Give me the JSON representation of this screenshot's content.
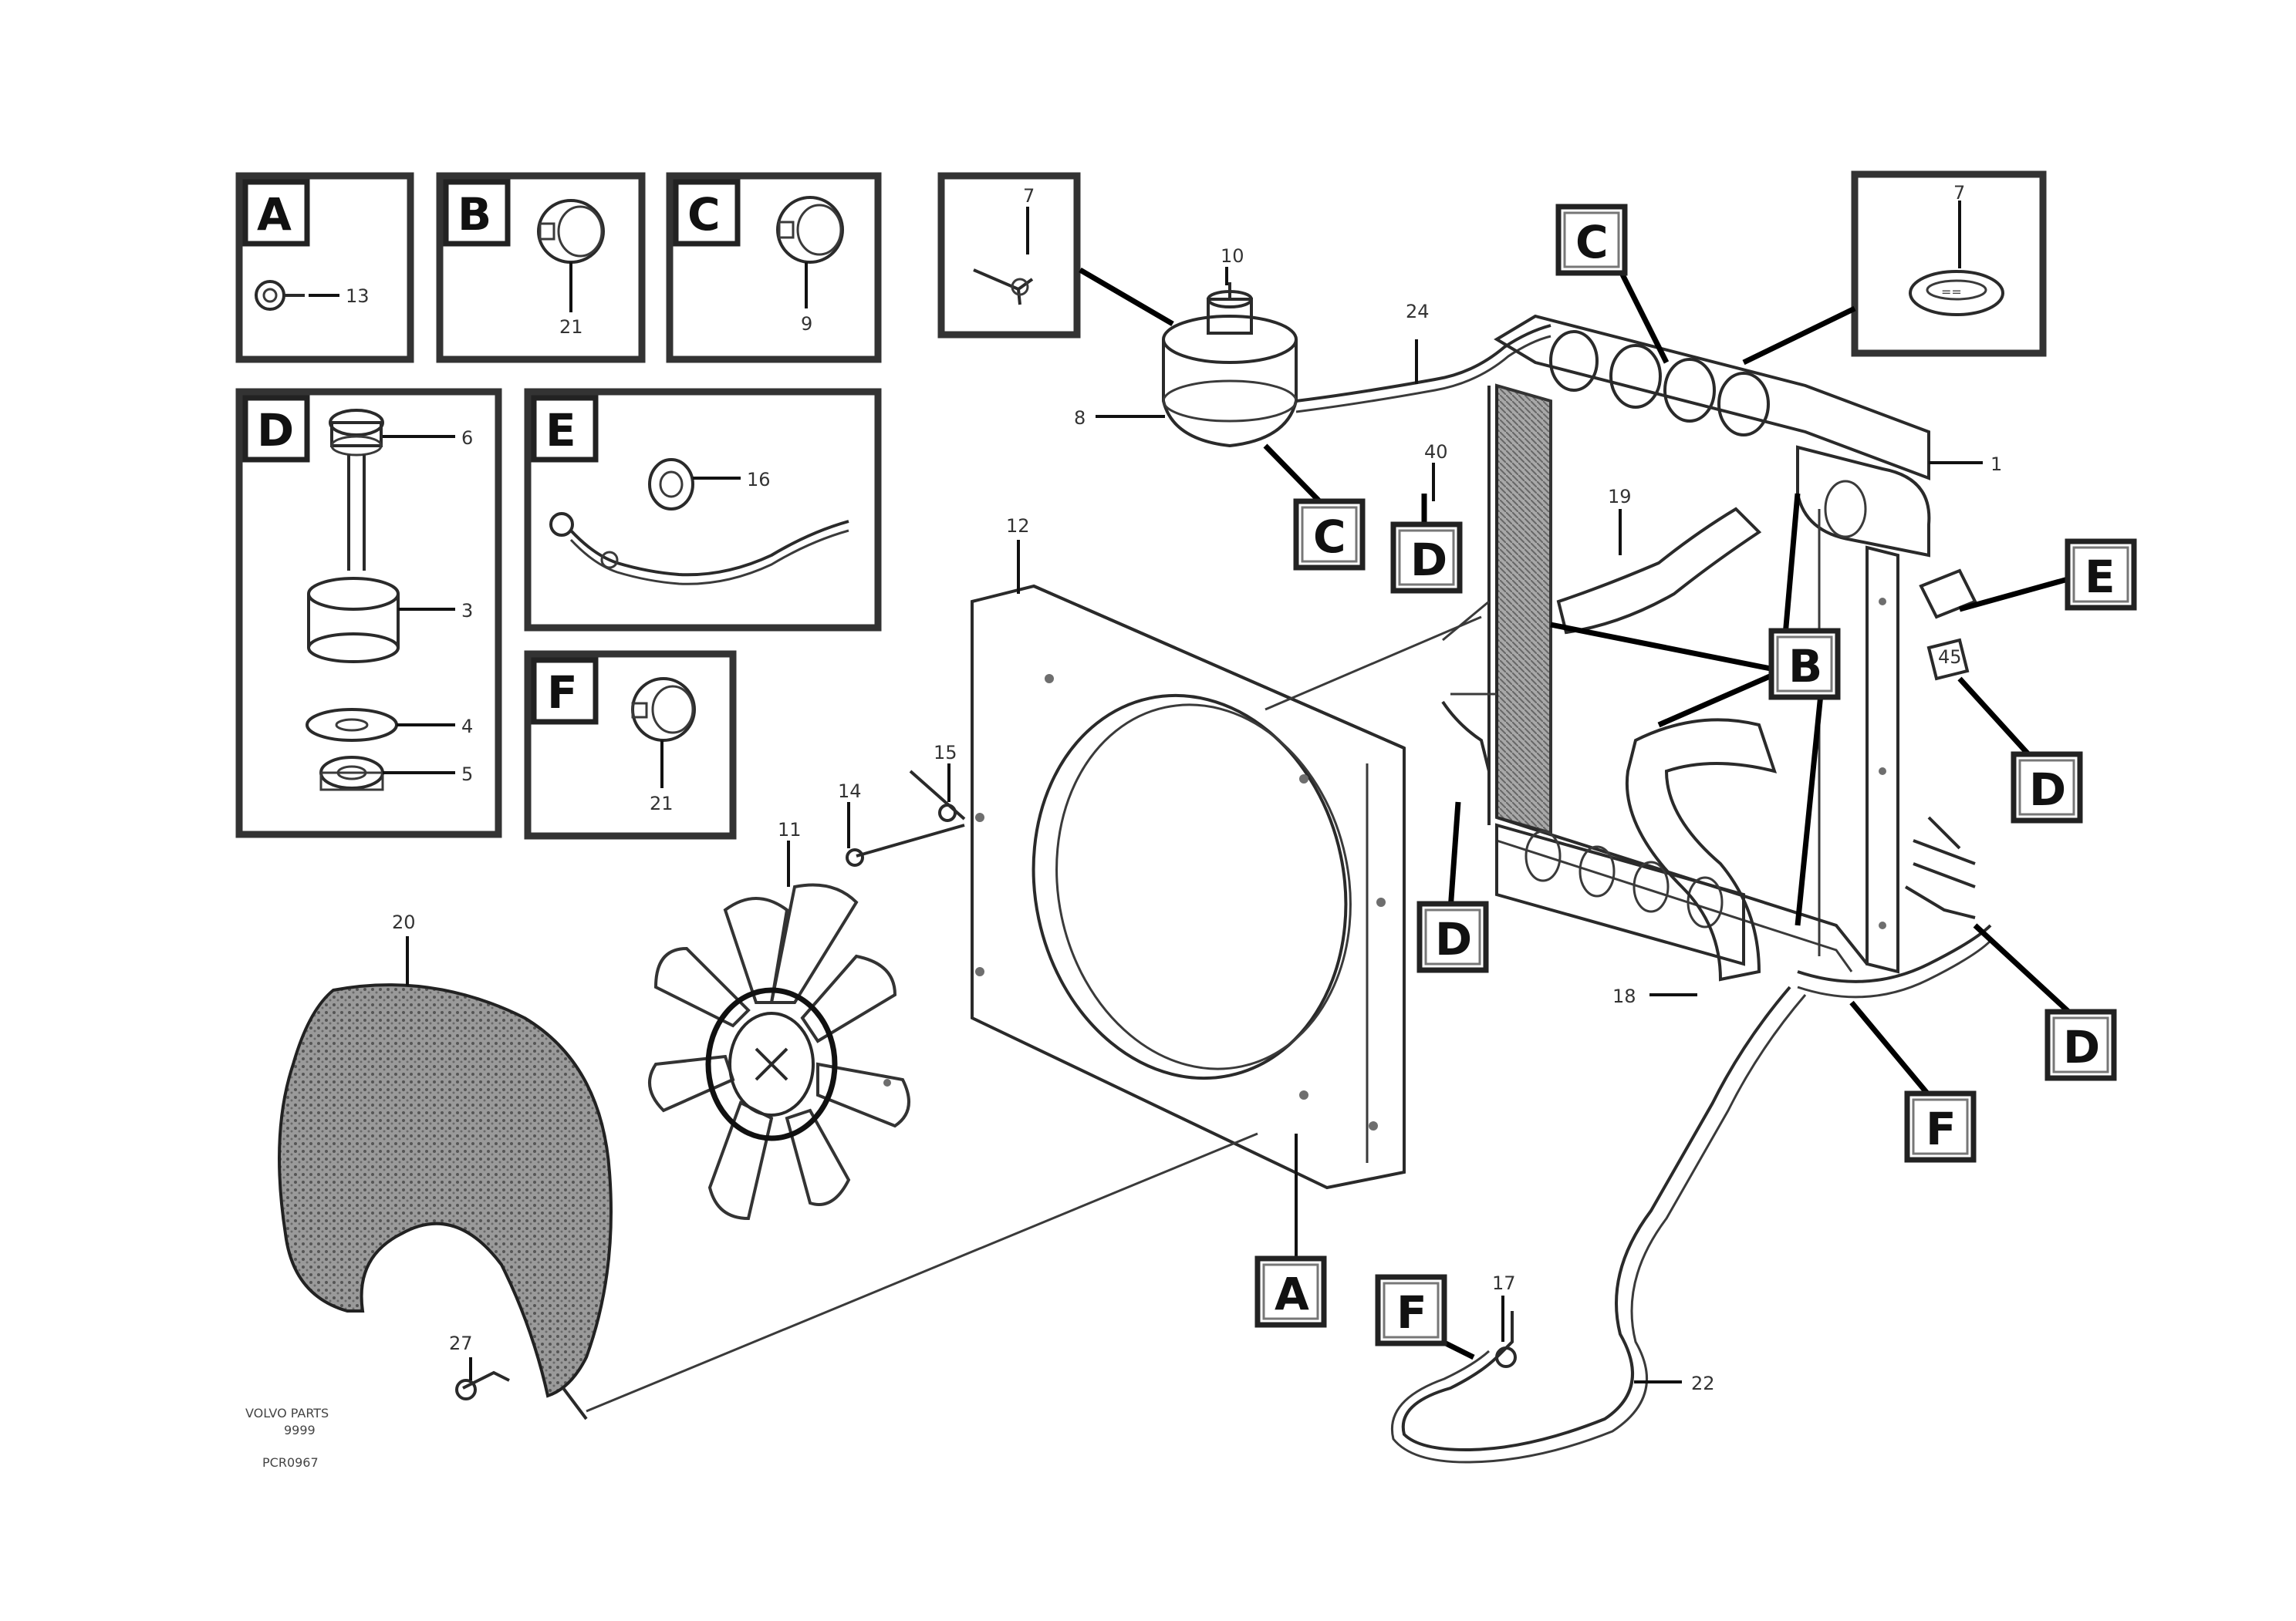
{
  "detail_insets": {
    "A": {
      "letter": "A",
      "callouts": [
        "13"
      ]
    },
    "B": {
      "letter": "B",
      "callouts": [
        "21"
      ]
    },
    "C": {
      "letter": "C",
      "callouts": [
        "9"
      ]
    },
    "D": {
      "letter": "D",
      "callouts": [
        "6",
        "3",
        "4",
        "5"
      ]
    },
    "E": {
      "letter": "E",
      "callouts": [
        "16"
      ]
    },
    "F": {
      "letter": "F",
      "callouts": [
        "21"
      ]
    }
  },
  "section_tags": [
    "C",
    "C",
    "D",
    "B",
    "E",
    "D",
    "D",
    "D",
    "F",
    "A",
    "F"
  ],
  "callouts": {
    "c1": "7",
    "c8": "8",
    "c24": "24",
    "c1b": "1",
    "c40": "40",
    "c11": "11",
    "c12": "12",
    "c15": "15",
    "c14": "14",
    "c10": "10",
    "c9": "9",
    "c18": "18",
    "c17": "17",
    "c22": "22",
    "c27": "27",
    "c45": "45",
    "c20": "20",
    "c19": "19"
  },
  "footer": {
    "line1": "VOLVO PARTS",
    "line2": "9999",
    "ref": "PCR0967"
  }
}
